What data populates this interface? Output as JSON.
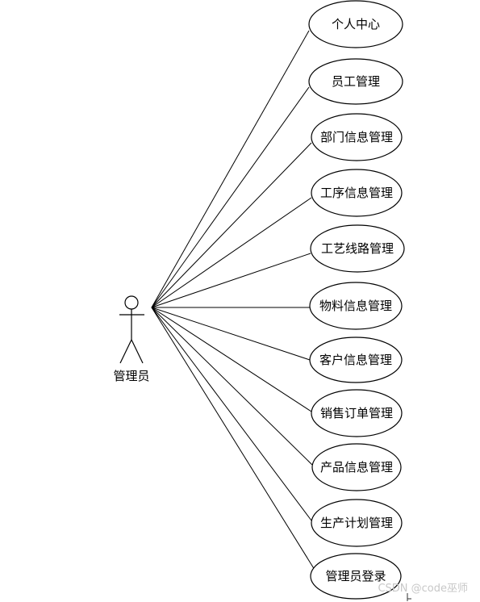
{
  "actor": {
    "label": "管理员"
  },
  "use_cases": [
    {
      "label": "个人中心"
    },
    {
      "label": "员工管理"
    },
    {
      "label": "部门信息管理"
    },
    {
      "label": "工序信息管理"
    },
    {
      "label": "工艺线路管理"
    },
    {
      "label": "物料信息管理"
    },
    {
      "label": "客户信息管理"
    },
    {
      "label": "销售订单管理"
    },
    {
      "label": "产品信息管理"
    },
    {
      "label": "生产计划管理"
    },
    {
      "label": "管理员登录"
    }
  ],
  "watermark": {
    "text": "CSDN @code巫师"
  },
  "colors": {
    "line": "#000000",
    "background": "#ffffff",
    "watermark": "#c8c8c8"
  }
}
